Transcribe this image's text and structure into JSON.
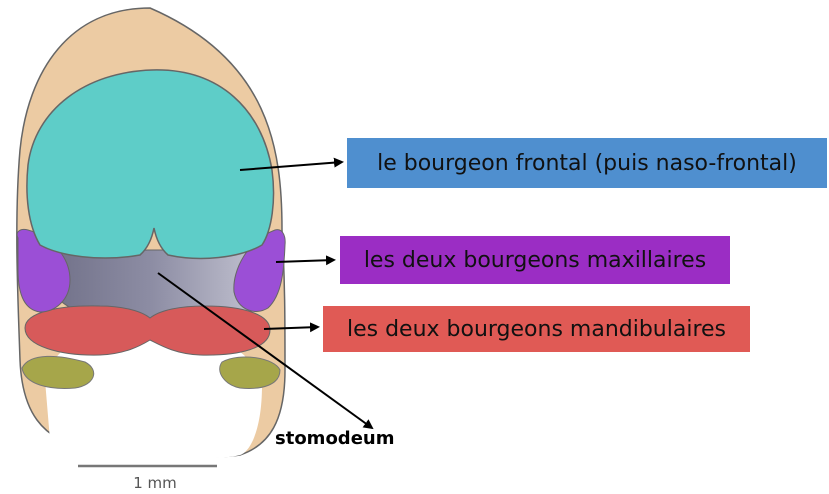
{
  "labels": {
    "frontal": "le bourgeon frontal (puis naso-frontal)",
    "maxillaires": "les deux bourgeons maxillaires",
    "mandibulaires": "les deux bourgeons mandibulaires",
    "stomodeum": "stomodeum"
  },
  "scale_bar": {
    "label": "1 mm"
  },
  "colors": {
    "head_outline": "#eccba3",
    "frontal_bud": "#5ecdc8",
    "maxillary_buds": "#9b4fd6",
    "mandibular_buds": "#d75a5a",
    "stomodeum_region": "#a8a8bd",
    "olive_regions": "#a6a64a",
    "frontal_label_bg": "#4f8fcf",
    "maxillaires_label_bg": "#9b2dc4",
    "mandibulaires_label_bg": "#e05a55"
  }
}
